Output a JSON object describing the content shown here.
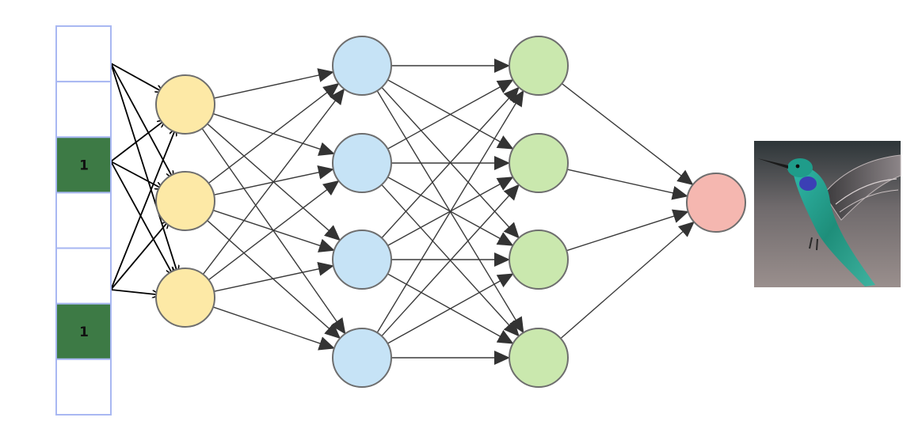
{
  "diagram": {
    "input_vector": {
      "cells": [
        {
          "value": "",
          "active": false
        },
        {
          "value": "",
          "active": false
        },
        {
          "value": "1",
          "active": true
        },
        {
          "value": "",
          "active": false
        },
        {
          "value": "",
          "active": false
        },
        {
          "value": "1",
          "active": true
        },
        {
          "value": "",
          "active": false
        }
      ],
      "active_color": "#3d7a45",
      "border_color": "#a9b8f2"
    },
    "layers": [
      {
        "id": "embedding",
        "size": 3,
        "fill": "#fde9a6"
      },
      {
        "id": "hidden-1",
        "size": 4,
        "fill": "#c6e3f6"
      },
      {
        "id": "hidden-2",
        "size": 4,
        "fill": "#cae8ae"
      },
      {
        "id": "output",
        "size": 1,
        "fill": "#f5b7b0"
      }
    ],
    "connections": "fully-connected",
    "output_image": {
      "subject": "hummingbird"
    }
  }
}
